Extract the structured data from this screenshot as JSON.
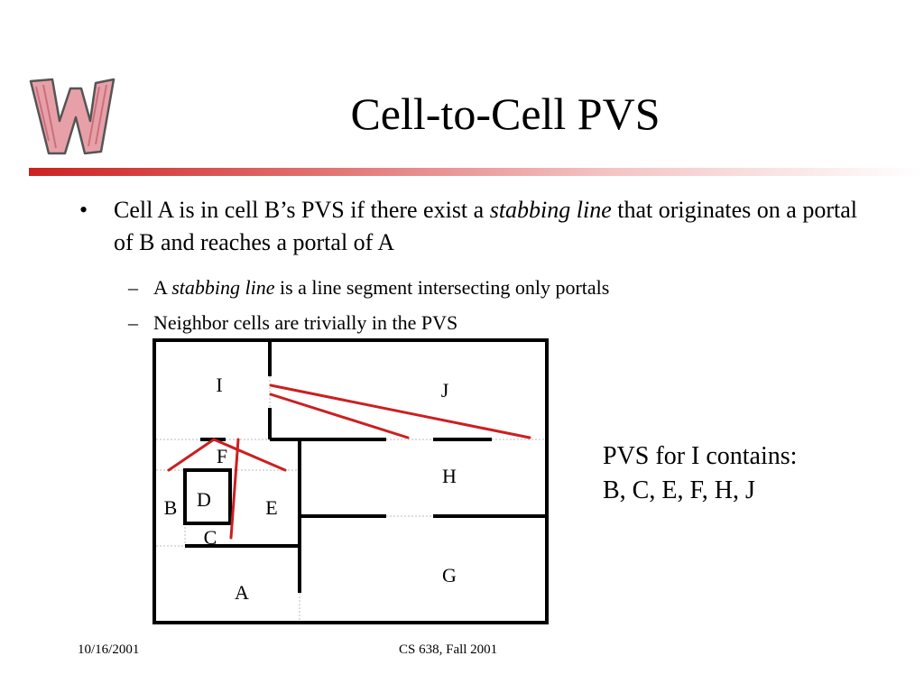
{
  "slide": {
    "title": "Cell-to-Cell PVS",
    "bullet": {
      "marker": "•",
      "text_before": "Cell A is in cell B’s PVS if there exist a ",
      "emphasis": "stabbing line",
      "text_after": " that originates on a portal of B and reaches a portal of A"
    },
    "sub_bullets": [
      {
        "marker": "–",
        "text_before": "A ",
        "emphasis": "stabbing line",
        "text_after": " is a line segment intersecting only portals"
      },
      {
        "marker": "–",
        "text": "Neighbor cells are trivially in the PVS"
      }
    ],
    "side_note": {
      "line1": "PVS for I contains:",
      "line2": "B, C, E, F, H, J"
    },
    "diagram": {
      "cell_labels": [
        "I",
        "J",
        "F",
        "H",
        "D",
        "B",
        "E",
        "C",
        "G",
        "A"
      ],
      "colors": {
        "walls": "#000000",
        "stabbing_lines": "#cc1f1f",
        "portals": "#bbbbbb"
      }
    },
    "footer": {
      "date": "10/16/2001",
      "course": "CS 638, Fall 2001"
    },
    "colors": {
      "accent": "#cc2222",
      "logo": "#e8a0a8"
    }
  }
}
